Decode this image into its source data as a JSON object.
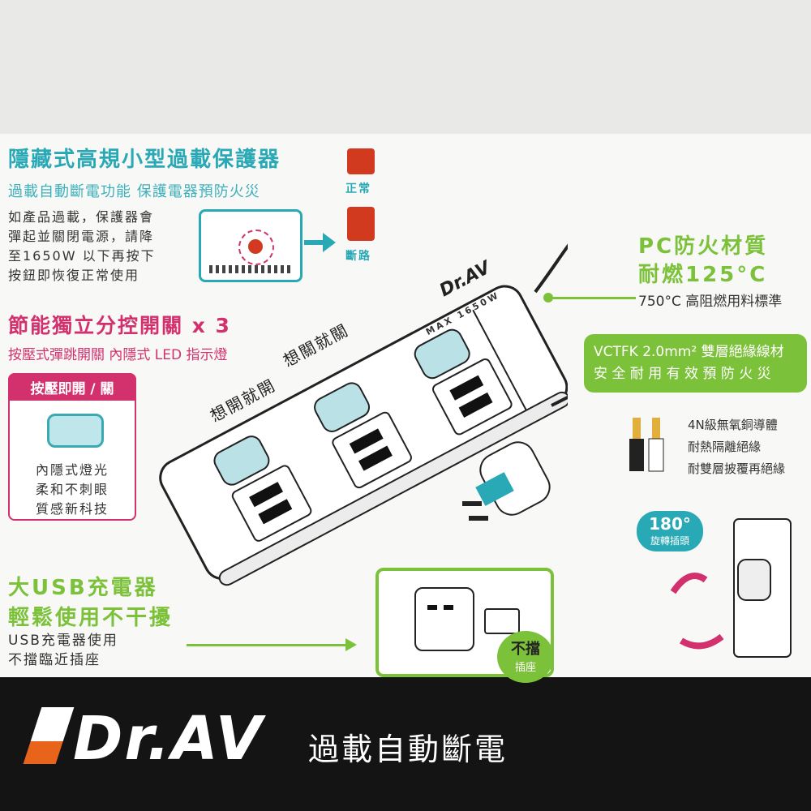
{
  "overload": {
    "title": "隱藏式高規小型過載保護器",
    "subtitle": "過載自動斷電功能  保護電器預防火災",
    "desc": [
      "如產品過載，保護器會",
      "彈起並關閉電源，請降",
      "至1650W 以下再按下",
      "按鈕即恢復正常使用"
    ],
    "state_normal": "正常",
    "state_tripped": "斷路"
  },
  "switches": {
    "title": "節能獨立分控開關 x 3",
    "subtitle": "按壓式彈跳開關 內隱式 LED 指示燈",
    "label_on": "想開就開",
    "label_off": "想關就關",
    "press_label": "按壓即開 / 關",
    "press_desc": [
      "內隱式燈光",
      "柔和不刺眼",
      "質感新科技"
    ]
  },
  "product": {
    "brand": "Dr.AV",
    "max_rating": "MAX 1650W"
  },
  "material": {
    "title": "PC防火材質",
    "title2": "耐燃125°C",
    "desc": "750°C 高阻燃用料標準"
  },
  "wire": {
    "line1": "VCTFK 2.0mm² 雙層絕緣線材",
    "line2": "安 全 耐 用 有 效 預 防 火 災",
    "layers": [
      "4N級無氧銅導體",
      "耐熱隔離絕緣",
      "耐雙層披覆再絕緣"
    ]
  },
  "rotate": {
    "degree": "180°",
    "label": "旋轉插頭"
  },
  "usb": {
    "title": "大USB充電器",
    "title2": "輕鬆使用不干擾",
    "desc": [
      "USB充電器使用",
      "不擋臨近插座"
    ],
    "badge": "不擋",
    "badge2": "插座"
  },
  "footer": {
    "logo": "Dr.AV",
    "tagline": "過載自動斷電"
  },
  "colors": {
    "teal": "#29a9b6",
    "pink": "#d2316e",
    "green": "#7cc13a",
    "red": "#d23a20"
  }
}
